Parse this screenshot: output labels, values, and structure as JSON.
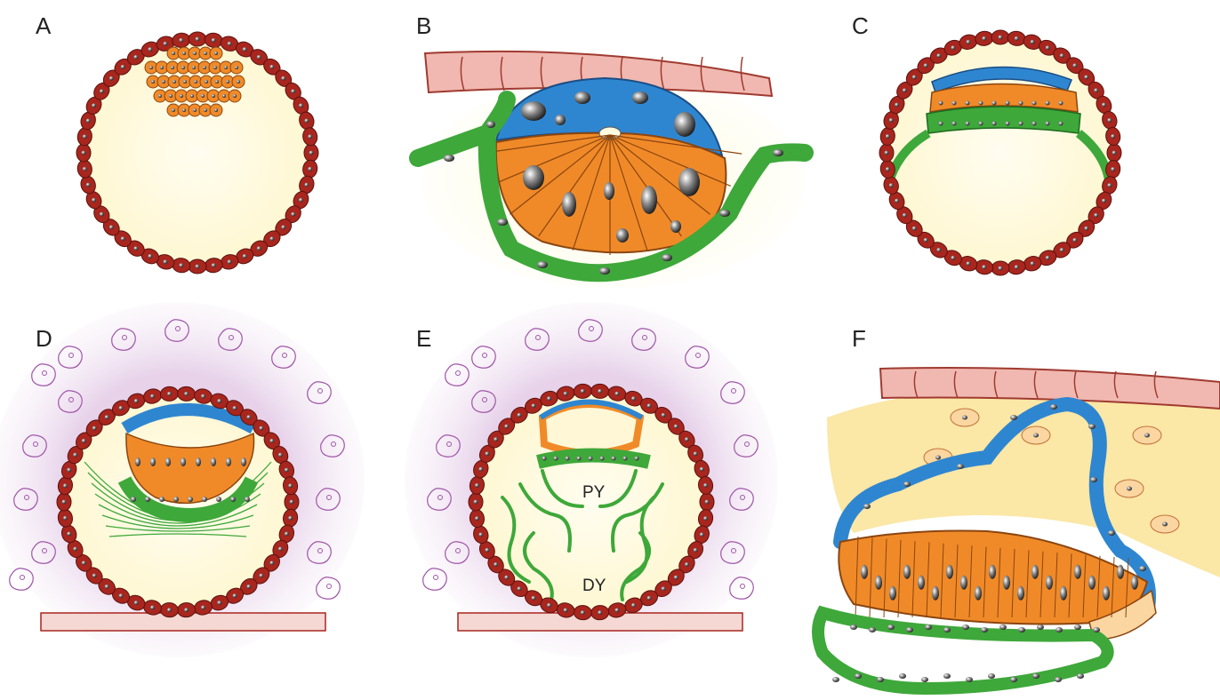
{
  "panels": [
    {
      "label": "A"
    },
    {
      "label": "B"
    },
    {
      "label": "C"
    },
    {
      "label": "D"
    },
    {
      "label": "E",
      "region_labels": [
        "PY",
        "DY"
      ]
    },
    {
      "label": "F"
    }
  ],
  "colors": {
    "trophectoderm": "#a8261e",
    "inner_cell_mass": "#f08a28",
    "epiblast": "#f08a28",
    "amnion": "#2f86d0",
    "hypoblast": "#3ea83a",
    "blastocoel": "#fffbe0",
    "uterine_tissue": "#b46ab0",
    "uterine_epithelium": "#c44a3e",
    "matrix": "#f6d860"
  }
}
